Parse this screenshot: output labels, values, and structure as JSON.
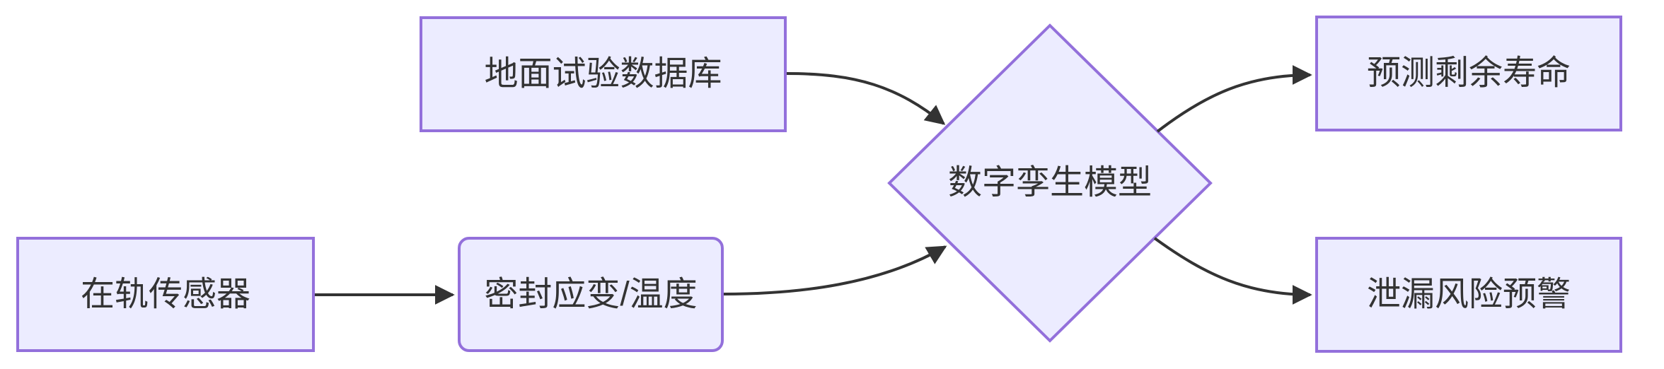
{
  "diagram": {
    "type": "flowchart",
    "direction": "left-to-right",
    "colors": {
      "node_fill": "#ECECFF",
      "node_border": "#9370DB",
      "edge_line": "#333333",
      "text": "#333333",
      "background": "#FFFFFF"
    },
    "nodes": [
      {
        "id": "A",
        "label": "在轨传感器",
        "shape": "rectangle"
      },
      {
        "id": "B",
        "label": "密封应变/温度",
        "shape": "rounded-rectangle"
      },
      {
        "id": "C",
        "label": "地面试验数据库",
        "shape": "rectangle"
      },
      {
        "id": "D",
        "label": "数字孪生模型",
        "shape": "diamond"
      },
      {
        "id": "E",
        "label": "预测剩余寿命",
        "shape": "rectangle"
      },
      {
        "id": "F",
        "label": "泄漏风险预警",
        "shape": "rectangle"
      }
    ],
    "edges": [
      {
        "from": "在轨传感器",
        "to": "密封应变/温度",
        "label": ""
      },
      {
        "from": "密封应变/温度",
        "to": "数字孪生模型",
        "label": ""
      },
      {
        "from": "地面试验数据库",
        "to": "数字孪生模型",
        "label": ""
      },
      {
        "from": "数字孪生模型",
        "to": "预测剩余寿命",
        "label": ""
      },
      {
        "from": "数字孪生模型",
        "to": "泄漏风险预警",
        "label": ""
      }
    ]
  }
}
